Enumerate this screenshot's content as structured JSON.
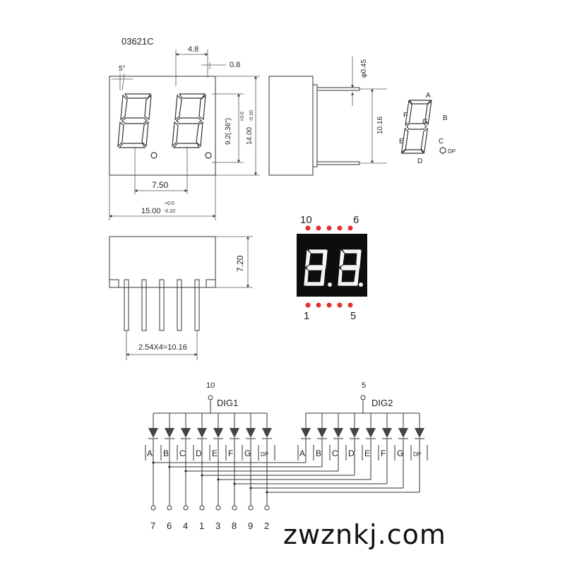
{
  "part_number": "03621C",
  "dims": {
    "angle": "5°",
    "digit_pitch_top": "4.8",
    "seg_width": "0.8",
    "digit_height": "9.2(.36\")",
    "height_total": "14.00",
    "height_tol_plus": "+0.0",
    "height_tol_minus": "-0.10",
    "digit_spacing": "7.50",
    "width_total": "15.00",
    "width_tol_plus": "+0.0",
    "width_tol_minus": "-0.10",
    "pin_dia": "φ0.45",
    "pin_row_spacing": "10.16",
    "body_depth": "7.20",
    "pin_pitch": "2.54X4=10.16"
  },
  "segment_labels": {
    "A": "A",
    "B": "B",
    "C": "C",
    "D": "D",
    "E": "E",
    "F": "F",
    "G": "G",
    "DP": "DP"
  },
  "pin_diagram": {
    "top_left": "10",
    "top_right": "6",
    "bottom_left": "1",
    "bottom_right": "5",
    "dot_color": "#e53030",
    "body_color": "#0d0d0d"
  },
  "schematic": {
    "dig1_pin": "10",
    "dig1_label": "DIG1",
    "dig2_pin": "5",
    "dig2_label": "DIG2",
    "segments": [
      "A",
      "B",
      "C",
      "D",
      "E",
      "F",
      "G",
      "DP"
    ],
    "pins": [
      "7",
      "6",
      "4",
      "1",
      "3",
      "8",
      "9",
      "2"
    ]
  },
  "watermark": "zwznkj.com"
}
